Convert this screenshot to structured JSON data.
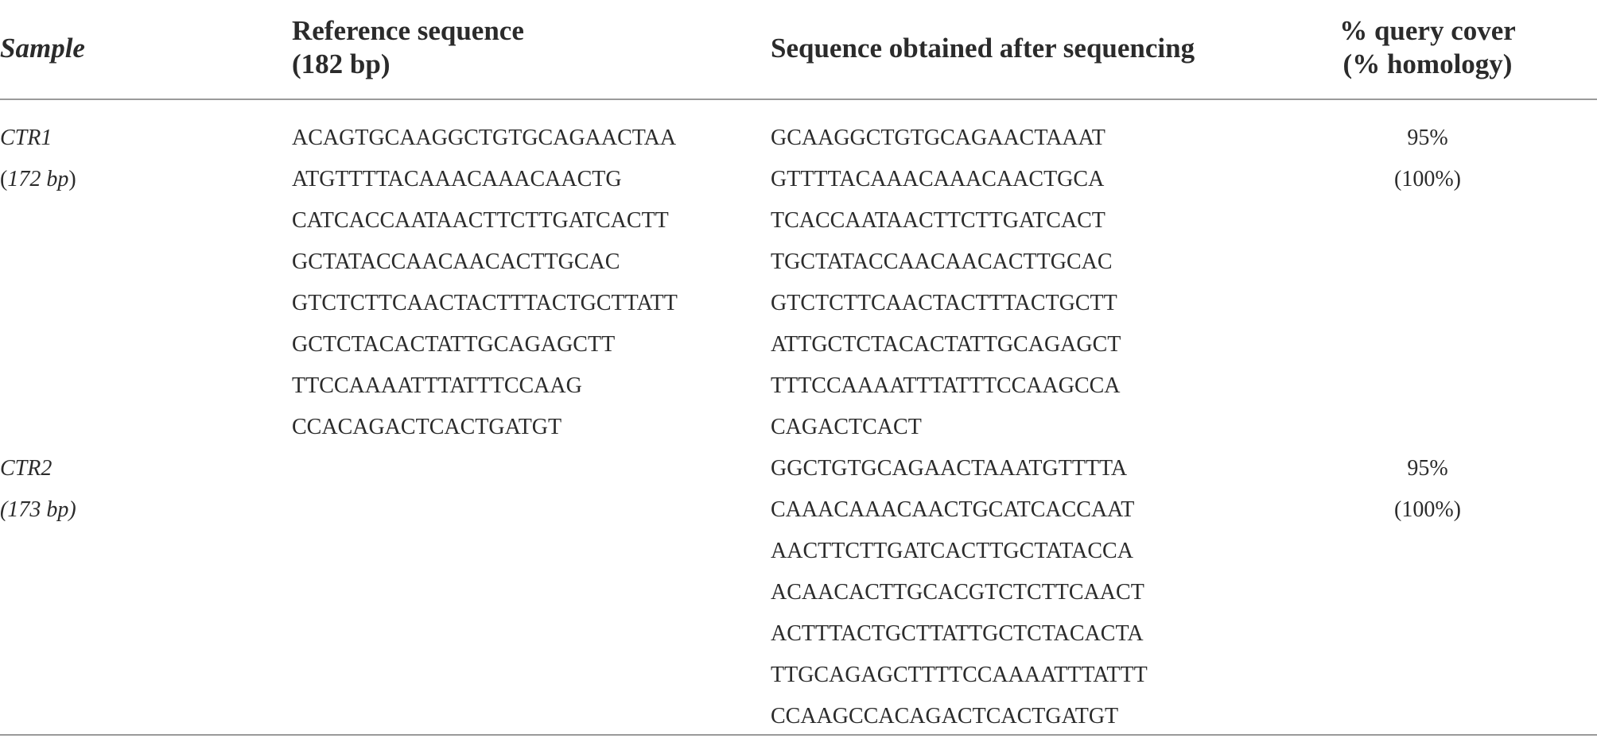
{
  "header": {
    "sample": "Sample",
    "reference_line1": "Reference sequence",
    "reference_line2": "(182 bp)",
    "obtained": "Sequence obtained after sequencing",
    "query_line1": "% query cover",
    "query_line2": "(% homology)"
  },
  "rows": [
    {
      "sample_name": "CTR1",
      "sample_size_open": "(",
      "sample_size": "172 bp",
      "sample_size_close": ")",
      "reference_lines": [
        "ACAGTGCAAGGCTGTGCAGAACTAA",
        "ATGTTTTACAAACAAACAACTG",
        "CATCACCAATAACTTCTTGATCACTT",
        "GCTATACCAACAACACTTGCAC",
        "GTCTCTTCAACTACTTTACTGCTTATT",
        "GCTCTACACTATTGCAGAGCTT",
        "TTCCAAAATTTATTTCCAAG",
        "CCACAGACTCACTGATGT"
      ],
      "obtained_lines": [
        "GCAAGGCTGTGCAGAACTAAAT",
        "GTTTTACAAACAAACAACTGCA",
        "TCACCAATAACTTCTTGATCACT",
        "TGCTATACCAACAACACTTGCAC",
        "GTCTCTTCAACTACTTTACTGCTT",
        "ATTGCTCTACACTATTGCAGAGCT",
        "TTTCCAAAATTTATTTCCAAGCCA",
        "CAGACTCACT"
      ],
      "query_cover": "95%",
      "homology": "(100%)"
    },
    {
      "sample_name": "CTR2",
      "sample_size": "(173 bp)",
      "obtained_lines": [
        "GGCTGTGCAGAACTAAATGTTTTA",
        "CAAACAAACAACTGCATCACCAAT",
        "AACTTCTTGATCACTTGCTATACCA",
        "ACAACACTTGCACGTCTCTTCAACT",
        "ACTTTACTGCTTATTGCTCTACACTA",
        "TTGCAGAGCTTTTCCAAAATTTATTT",
        "CCAAGCCACAGACTCACTGATGT"
      ],
      "query_cover": "95%",
      "homology": "(100%)"
    }
  ]
}
